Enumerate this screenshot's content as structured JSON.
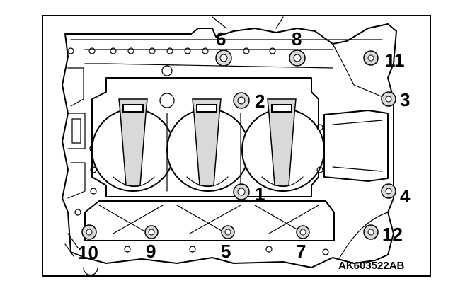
{
  "figure": {
    "code": "AK603522AB"
  },
  "bolts": [
    {
      "number": "1"
    },
    {
      "number": "2"
    },
    {
      "number": "3"
    },
    {
      "number": "4"
    },
    {
      "number": "5"
    },
    {
      "number": "6"
    },
    {
      "number": "7"
    },
    {
      "number": "8"
    },
    {
      "number": "9"
    },
    {
      "number": "10"
    },
    {
      "number": "11"
    },
    {
      "number": "12"
    }
  ],
  "colors": {
    "line": "#000000",
    "background": "#ffffff",
    "shade": "#d9d9d9"
  }
}
